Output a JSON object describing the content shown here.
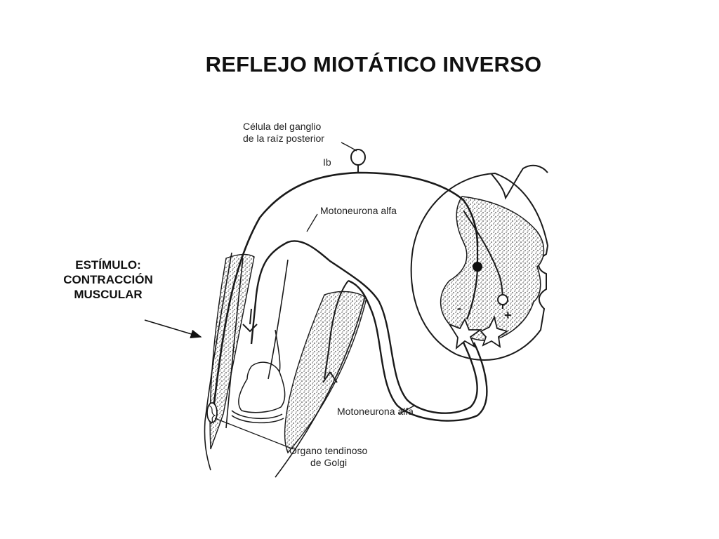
{
  "title": "REFLEJO MIOTÁTICO INVERSO",
  "stimulus": {
    "line1": "ESTÍMULO:",
    "line2": "CONTRACCIÓN",
    "line3": "MUSCULAR"
  },
  "labels": {
    "ganglion_line1": "Célula del ganglio",
    "ganglion_line2": "de la raíz posterior",
    "fiber": "Ib",
    "motoneuron_upper": "Motoneurona alfa",
    "motoneuron_lower": "Motoneurona alfa",
    "golgi_line1": "Órgano tendinoso",
    "golgi_line2": "de Golgi",
    "minus_sign": "-",
    "plus_sign": "+"
  },
  "colors": {
    "ink": "#1a1a1a",
    "stipple": "#9a9a9a"
  }
}
